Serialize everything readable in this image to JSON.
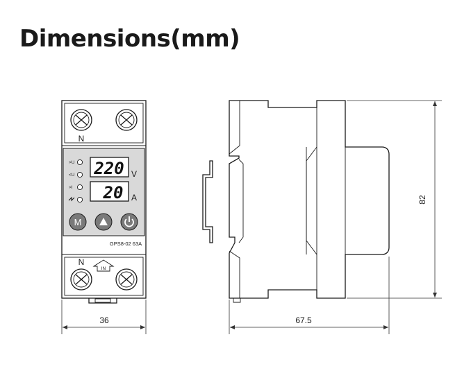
{
  "title": "Dimensions(mm)",
  "front_view": {
    "top_terminal_label": "N",
    "bottom_terminal_label": "N",
    "in_arrow_label": "IN",
    "indicators": [
      {
        "label": ">U"
      },
      {
        "label": "<U"
      },
      {
        "label": ">I"
      },
      {
        "label": "⚡"
      }
    ],
    "voltage_reading": "220",
    "voltage_unit": "V",
    "current_reading": "20",
    "current_unit": "A",
    "buttons": [
      {
        "label": "M",
        "icon": "m-letter-icon"
      },
      {
        "label": "",
        "icon": "triangle-up-icon"
      },
      {
        "label": "",
        "icon": "power-icon"
      }
    ],
    "model_label": "GPS8-02 63A",
    "width_dimension": "36"
  },
  "side_view": {
    "depth_dimension": "67.5",
    "height_dimension": "82"
  },
  "colors": {
    "line": "#1a1a1a",
    "panel": "#d9d9d9",
    "button": "#7a7a7a",
    "background": "#ffffff"
  }
}
